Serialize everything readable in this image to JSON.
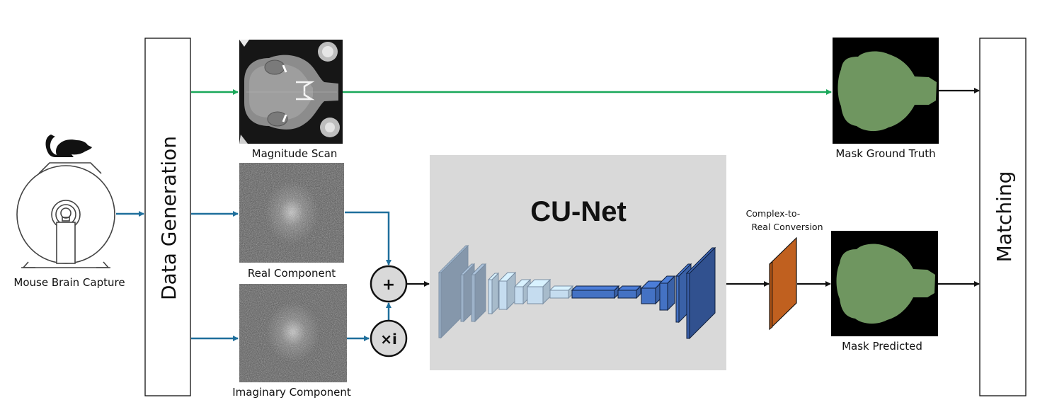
{
  "diagram": {
    "title": "CU-Net mouse brain segmentation pipeline",
    "colors": {
      "green_path": "#1aa85a",
      "blue_path": "#1f6f9c",
      "black_path": "#111111",
      "cunet_bg": "#d9d9d9",
      "encoder_plate": "#9db2c9",
      "encoder_box": "#c5dcef",
      "decoder_box": "#4472c4",
      "decoder_plate": "#3a5fa8",
      "conversion_layer": "#c0601f",
      "mask_fg": "#6f9660",
      "mask_bg": "#000000",
      "operator_fill": "#d9d9d9"
    },
    "nodes": {
      "capture": {
        "label": "Mouse Brain Capture"
      },
      "data_generation": {
        "label": "Data Generation"
      },
      "magnitude": {
        "label": "Magnitude Scan"
      },
      "real": {
        "label": "Real Component"
      },
      "imaginary": {
        "label": "Imaginary Component"
      },
      "add_op": {
        "symbol": "+"
      },
      "mult_i_op": {
        "symbol": "×i"
      },
      "cunet": {
        "label": "CU-Net"
      },
      "conversion": {
        "label_line1": "Complex-to-",
        "label_line2": "Real Conversion"
      },
      "mask_gt": {
        "label": "Mask Ground Truth"
      },
      "mask_pred": {
        "label": "Mask Predicted"
      },
      "matching": {
        "label": "Matching"
      }
    },
    "edges": [
      {
        "from": "capture",
        "to": "data_generation",
        "color": "blue"
      },
      {
        "from": "data_generation",
        "to": "magnitude",
        "color": "green"
      },
      {
        "from": "magnitude",
        "to": "mask_gt",
        "color": "green"
      },
      {
        "from": "data_generation",
        "to": "real",
        "color": "blue"
      },
      {
        "from": "data_generation",
        "to": "imaginary",
        "color": "blue"
      },
      {
        "from": "real",
        "to": "add_op",
        "color": "blue"
      },
      {
        "from": "imaginary",
        "to": "mult_i_op",
        "color": "blue"
      },
      {
        "from": "mult_i_op",
        "to": "add_op",
        "color": "blue"
      },
      {
        "from": "add_op",
        "to": "cunet",
        "color": "black"
      },
      {
        "from": "cunet",
        "to": "conversion",
        "color": "black"
      },
      {
        "from": "conversion",
        "to": "mask_pred",
        "color": "black"
      },
      {
        "from": "mask_gt",
        "to": "matching",
        "color": "black"
      },
      {
        "from": "mask_pred",
        "to": "matching",
        "color": "black"
      }
    ],
    "cunet_layers": {
      "encoder": [
        "plate",
        "plate",
        "plate",
        "plate-thin",
        "box",
        "box",
        "box",
        "box-flat"
      ],
      "decoder": [
        "bar-long",
        "bar",
        "box",
        "box",
        "plate",
        "plate-large"
      ]
    }
  }
}
